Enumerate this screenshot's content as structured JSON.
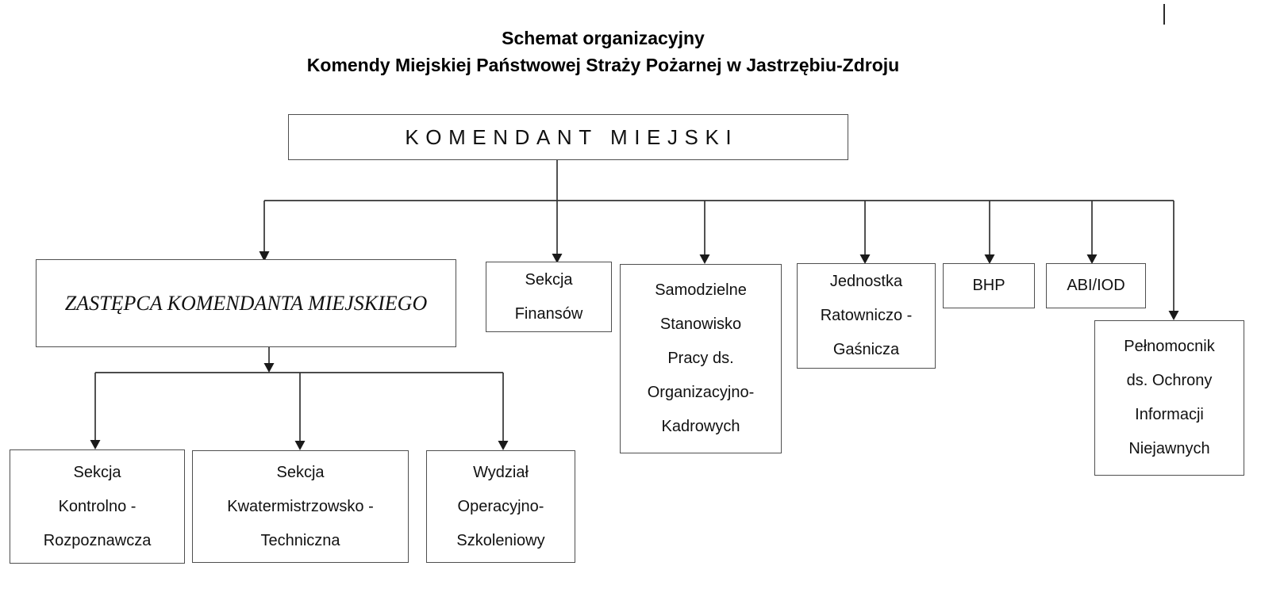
{
  "page": {
    "title_line1": "Schemat organizacyjny",
    "title_line2": "Komendy Miejskiej Państwowej Straży Pożarnej w Jastrzębiu-Zdroju"
  },
  "org_chart": {
    "root": {
      "label": "KOMENDANT MIEJSKI"
    },
    "deputy": {
      "label": "ZASTĘPCA KOMENDANTA MIEJSKIEGO"
    },
    "finance": {
      "lines": [
        "Sekcja",
        "Finansów"
      ]
    },
    "org_hr": {
      "lines": [
        "Samodzielne",
        "Stanowisko",
        "Pracy ds.",
        "Organizacyjno-",
        "Kadrowych"
      ]
    },
    "rescue_unit": {
      "lines": [
        "Jednostka",
        "Ratowniczo -",
        "Gaśnicza"
      ]
    },
    "bhp": {
      "label": "BHP"
    },
    "abi_iod": {
      "label": "ABI/IOD"
    },
    "classified_info": {
      "lines": [
        "Pełnomocnik",
        "ds. Ochrony",
        "Informacji",
        "Niejawnych"
      ]
    },
    "control": {
      "lines": [
        "Sekcja",
        "Kontrolno -",
        "Rozpoznawcza"
      ]
    },
    "quartermaster": {
      "lines": [
        "Sekcja",
        "Kwatermistrzowsko -",
        "Techniczna"
      ]
    },
    "operations": {
      "lines": [
        "Wydział",
        "Operacyjno-",
        "Szkoleniowy"
      ]
    },
    "edges": [
      {
        "from": "root",
        "to": "deputy"
      },
      {
        "from": "root",
        "to": "finance"
      },
      {
        "from": "root",
        "to": "org_hr"
      },
      {
        "from": "root",
        "to": "rescue_unit"
      },
      {
        "from": "root",
        "to": "bhp"
      },
      {
        "from": "root",
        "to": "abi_iod"
      },
      {
        "from": "root",
        "to": "classified_info"
      },
      {
        "from": "deputy",
        "to": "control"
      },
      {
        "from": "deputy",
        "to": "quartermaster"
      },
      {
        "from": "deputy",
        "to": "operations"
      }
    ],
    "line_color": "#333333",
    "border_color": "#4f4f4f",
    "text_color": "#111111",
    "background_color": "#ffffff"
  }
}
